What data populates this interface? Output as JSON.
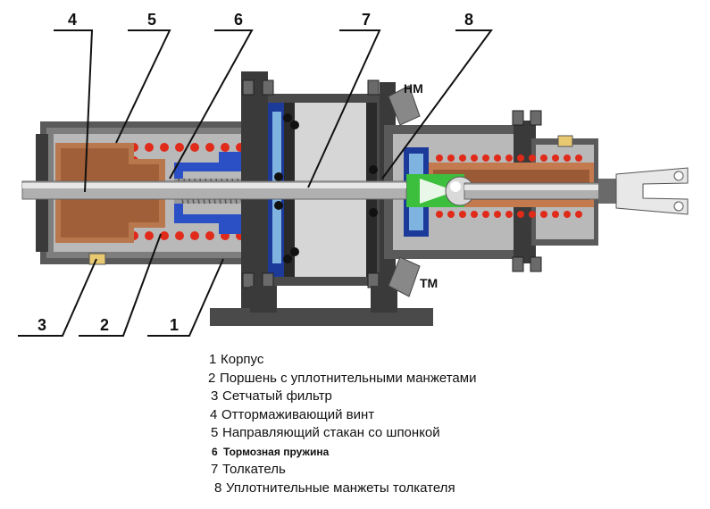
{
  "callouts": [
    "1",
    "2",
    "3",
    "4",
    "5",
    "6",
    "7",
    "8"
  ],
  "ports": {
    "top": "НМ",
    "bottom": "ТМ"
  },
  "legend": [
    {
      "num": "1",
      "text": "Корпус"
    },
    {
      "num": "2",
      "text": "Поршень с уплотнительными манжетами"
    },
    {
      "num": "3",
      "text": "Сетчатый фильтр"
    },
    {
      "num": "4",
      "text": "Оттормаживающий винт"
    },
    {
      "num": "5",
      "text": "Направляющий стакан со шпонкой"
    },
    {
      "num": "6",
      "text": "Тормозная пружина"
    },
    {
      "num": "7",
      "text": "Толкатель"
    },
    {
      "num": "8",
      "text": "Уплотнительные манжеты  толкателя"
    }
  ],
  "colors": {
    "housing": "#8a8a8a",
    "dark_metal": "#3a3a3a",
    "bronze": "#c47a4f",
    "blue_piston": "#1f3fa8",
    "spring_coil": "#e02a1a",
    "chamber": "#d6d6d6",
    "green_rod": "#3cbf3c"
  }
}
